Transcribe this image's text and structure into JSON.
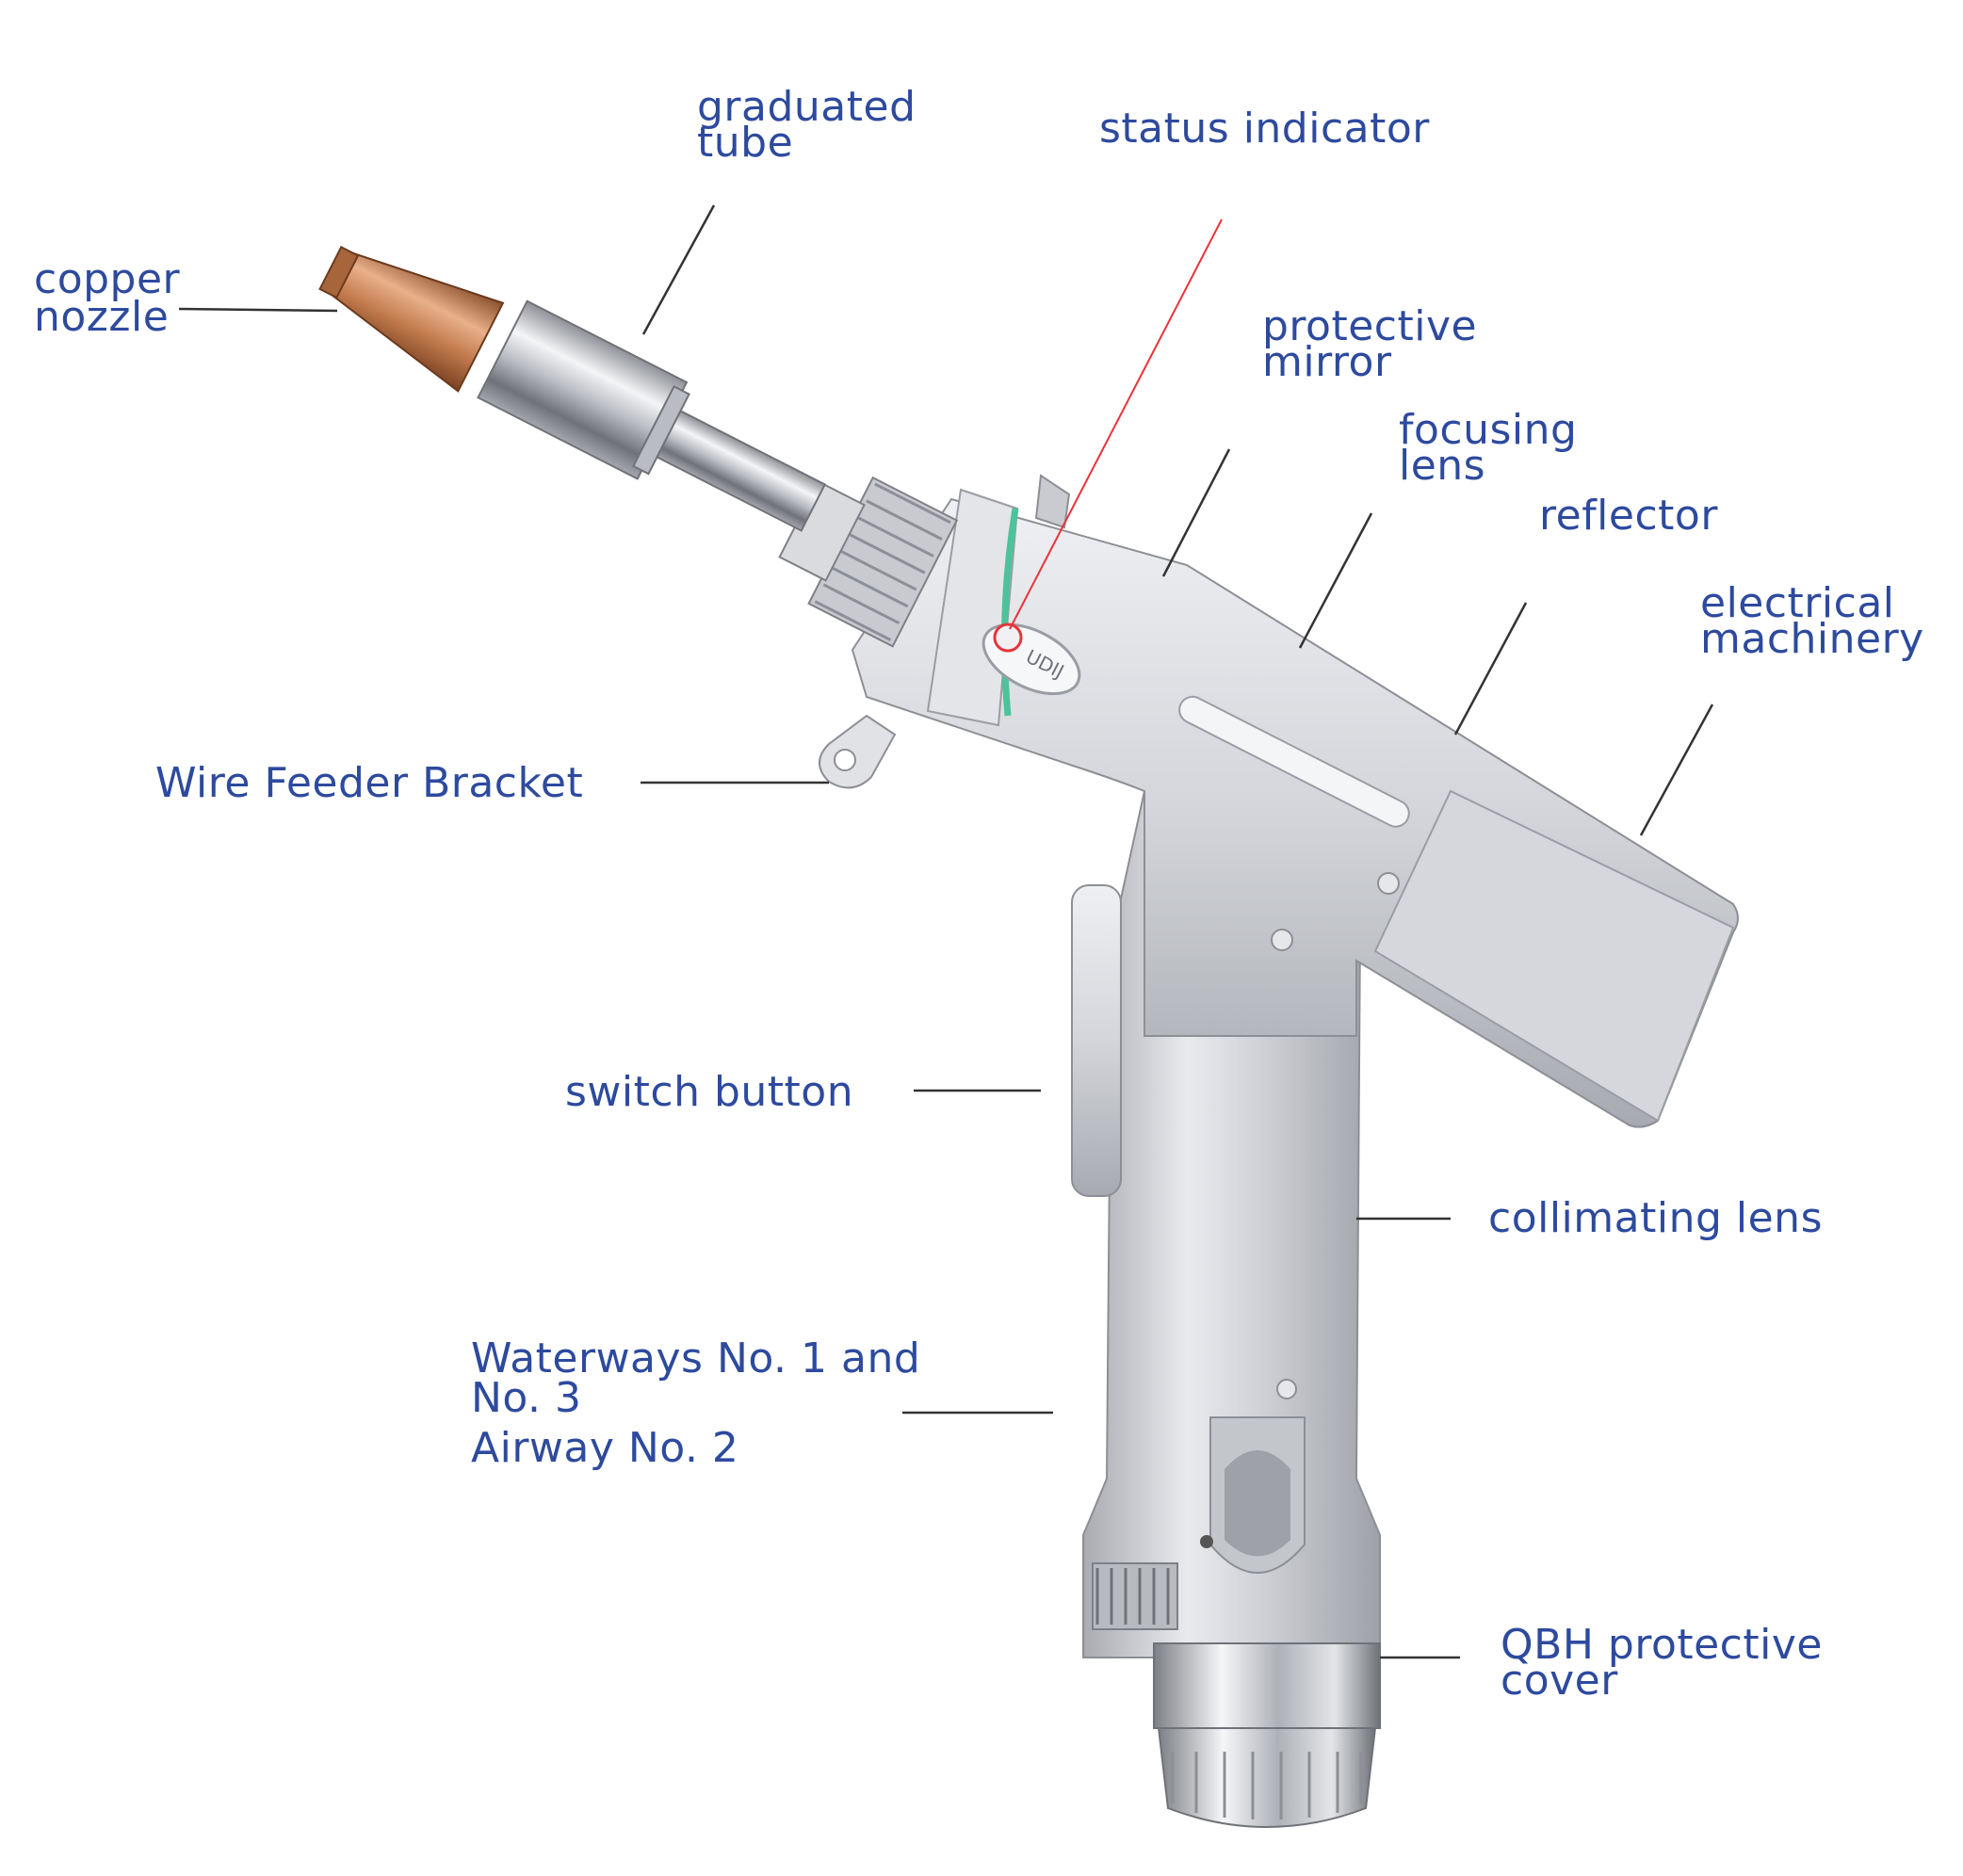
{
  "colors": {
    "label_text": "#2d4a9e",
    "leader_line": "#333333",
    "laser_line": "#e8333a",
    "status_ring": "#4cc39a",
    "copper": "#c98253",
    "body_silver": "#d9d9dd"
  },
  "labels": {
    "graduated_tube": [
      "graduated",
      "tube"
    ],
    "status_indicator": "status indicator",
    "copper_nozzle": [
      "copper",
      "nozzle"
    ],
    "protective_mirror": [
      "protective",
      "mirror"
    ],
    "focusing_lens": [
      "focusing",
      "lens"
    ],
    "reflector": "reflector",
    "electrical_machinery": [
      "electrical",
      "machinery"
    ],
    "wire_feeder_bracket": "Wire Feeder Bracket",
    "switch_button": "switch button",
    "collimating_lens": "collimating lens",
    "waterways": [
      "Waterways No. 1 and",
      "No. 3",
      "Airway No. 2"
    ],
    "qbh_cover": [
      "QBH protective",
      "cover"
    ]
  },
  "device": {
    "logo_text": "UDIJ"
  }
}
